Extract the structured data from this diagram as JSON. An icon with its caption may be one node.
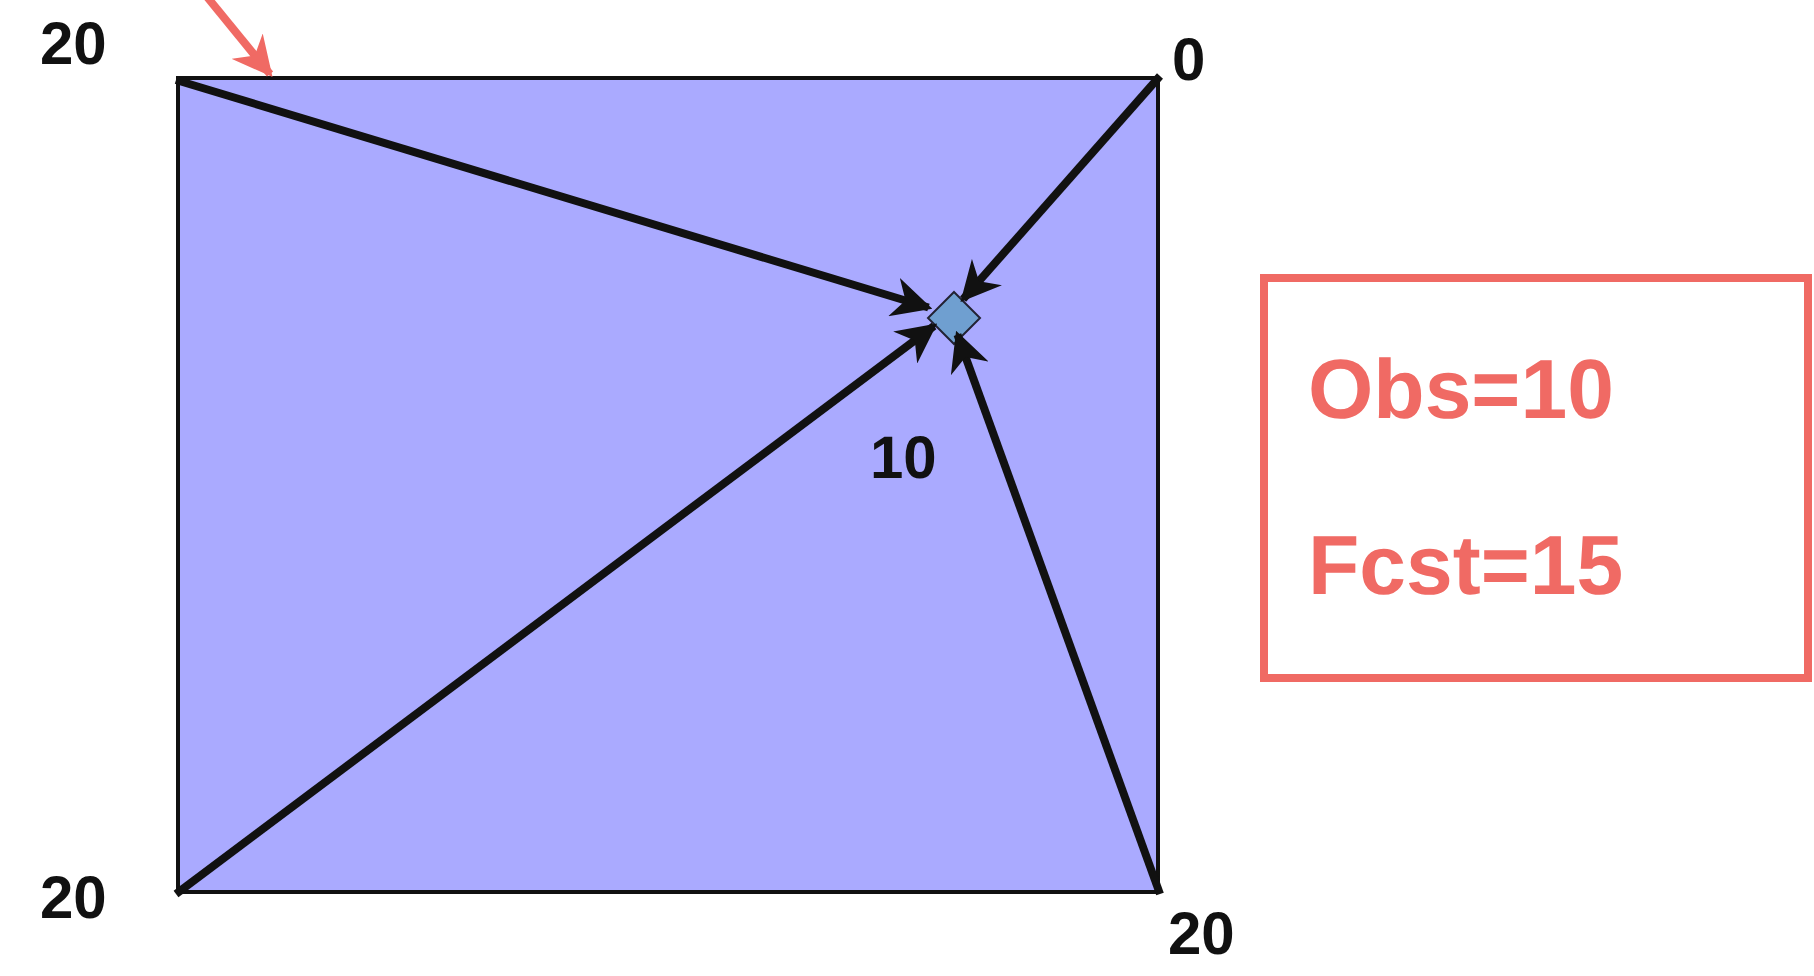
{
  "diagram": {
    "nodes": [
      {
        "text": [],
        "shape": "box"
      },
      {
        "text": [
          "20"
        ]
      },
      {
        "text": [
          "0"
        ]
      },
      {
        "text": [
          "20"
        ]
      },
      {
        "text": [
          "20"
        ]
      },
      {
        "text": [],
        "shape": "diamond",
        "in": 0,
        "beside": [
          "10"
        ]
      },
      {
        "text": [
          "Obs=10",
          "Fcst=15"
        ]
      }
    ],
    "edges": [
      {
        "from": 1,
        "to": 5,
        "arrow": "to"
      },
      {
        "from": 2,
        "to": 5,
        "arrow": "to"
      },
      {
        "from": 3,
        "to": 5,
        "arrow": "to"
      },
      {
        "from": 4,
        "to": 5,
        "arrow": "to"
      },
      {
        "from": null,
        "to": 0,
        "arrow": "to",
        "color": "#f06a64"
      }
    ]
  }
}
